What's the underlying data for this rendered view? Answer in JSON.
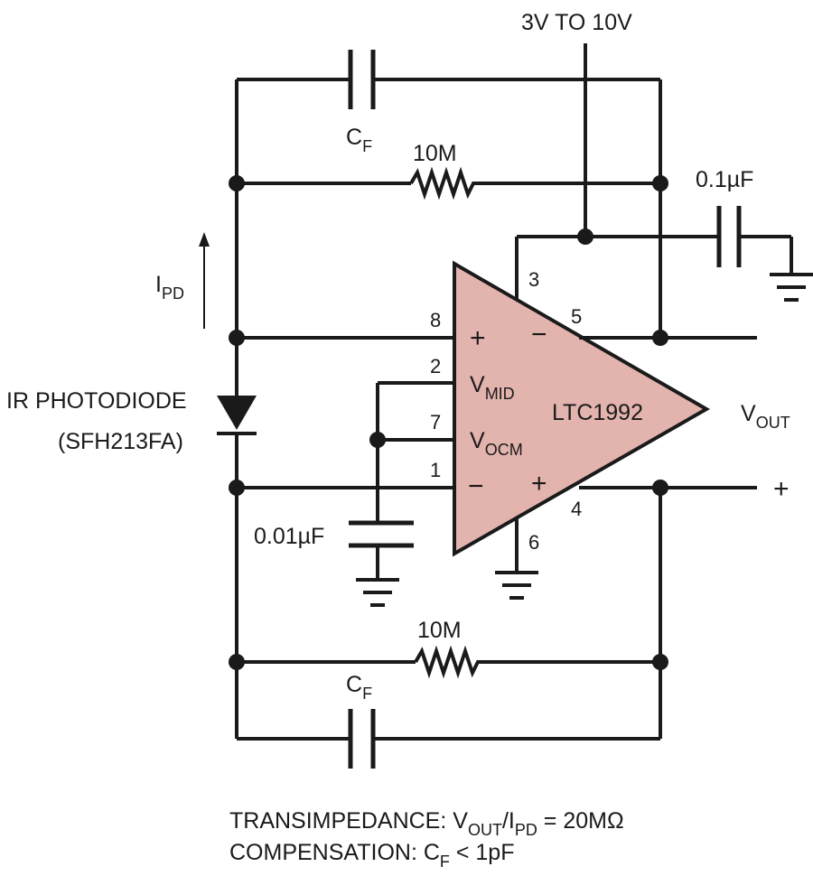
{
  "supply": {
    "label": "3V TO 10V"
  },
  "amplifier": {
    "part": "LTC1992",
    "fill_color": "#e3b3ae"
  },
  "pins": {
    "p3": "3",
    "p5": "5",
    "p8": "8",
    "p2": "2",
    "p7": "7",
    "p1": "1",
    "p4": "4",
    "p6": "6"
  },
  "inputs": {
    "plus": "+",
    "minus": "−",
    "vmid_main": "V",
    "vmid_sub": "MID",
    "vocm_main": "V",
    "vocm_sub": "OCM"
  },
  "outputs": {
    "minus": "−",
    "plus": "+",
    "vout_main": "V",
    "vout_sub": "OUT",
    "plus_terminal": "+"
  },
  "components": {
    "cf_top": {
      "main": "C",
      "sub": "F"
    },
    "r_top": "10M",
    "c_decouple": "0.1µF",
    "c_vocm": "0.01µF",
    "r_bottom": "10M",
    "cf_bottom": {
      "main": "C",
      "sub": "F"
    }
  },
  "current": {
    "main": "I",
    "sub": "PD"
  },
  "photodiode": {
    "line1": "IR PHOTODIODE",
    "line2": "(SFH213FA)"
  },
  "notes": {
    "transimpedance": {
      "prefix": "TRANSIMPEDANCE: V",
      "sub1": "OUT",
      "mid": "/I",
      "sub2": "PD",
      "suffix": " = 20MΩ"
    },
    "compensation": {
      "prefix": "COMPENSATION: C",
      "sub": "F",
      "suffix": " < 1pF"
    }
  }
}
